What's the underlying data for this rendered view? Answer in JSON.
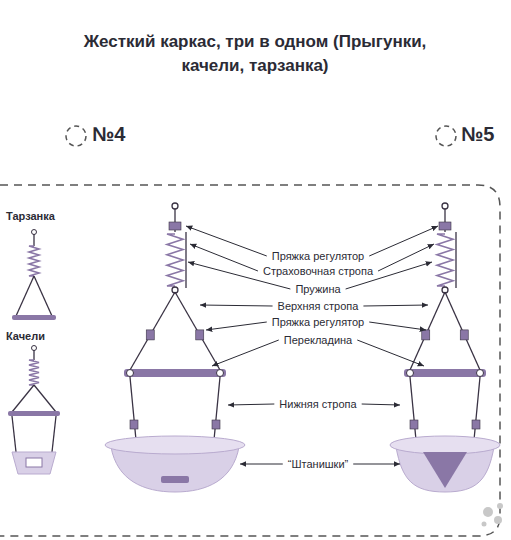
{
  "diagram": {
    "title": "Жесткий каркас, три в одном (Прыгунки, качели, тарзанка)",
    "labels": [
      "№4",
      "№5",
      "Тарзанка",
      "Качели",
      "Пряжка регулятор",
      "Страховочная стропа",
      "Пружина",
      "Верхняя стропа",
      "Пряжка регулятор",
      "Перекладина",
      "Нижняя стропа",
      "“Штанишки”"
    ]
  }
}
